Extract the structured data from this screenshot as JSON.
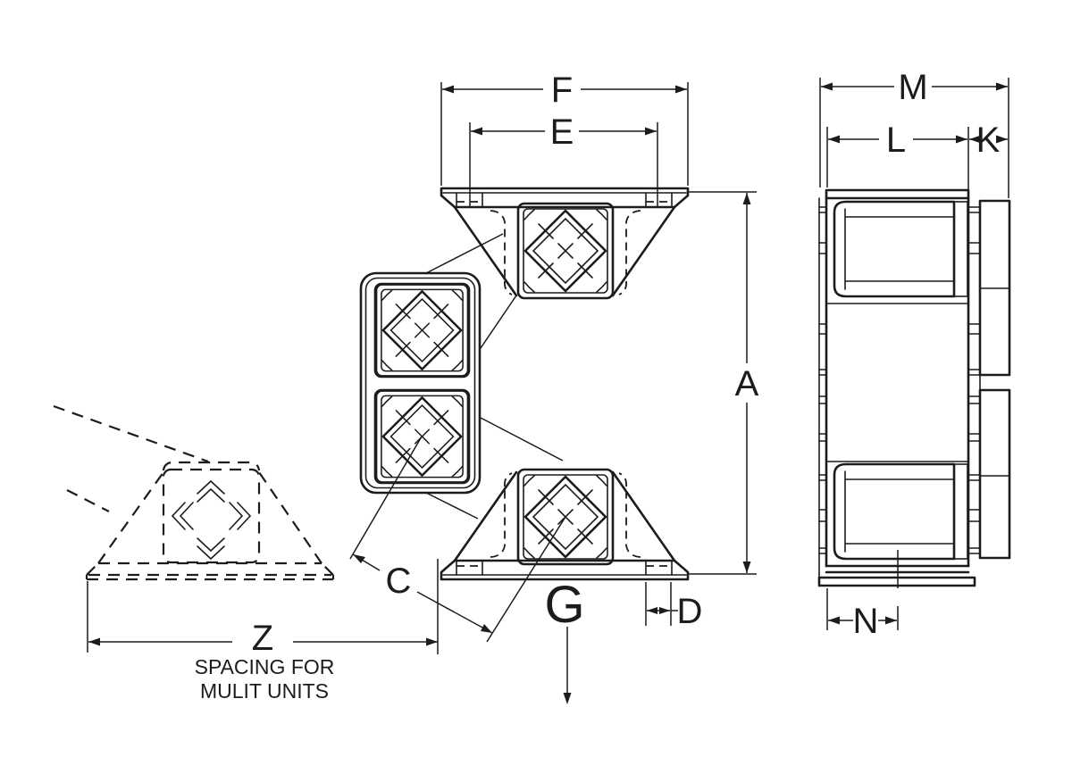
{
  "drawing": {
    "dimension_labels": {
      "A": "A",
      "C": "C",
      "D": "D",
      "E": "E",
      "F": "F",
      "G": "G",
      "K": "K",
      "L": "L",
      "M": "M",
      "N": "N",
      "Z": "Z"
    },
    "note": {
      "line1": "SPACING FOR",
      "line2": "MULIT UNITS"
    },
    "colors": {
      "line": "#1c1c1c",
      "background": "#ffffff"
    }
  }
}
